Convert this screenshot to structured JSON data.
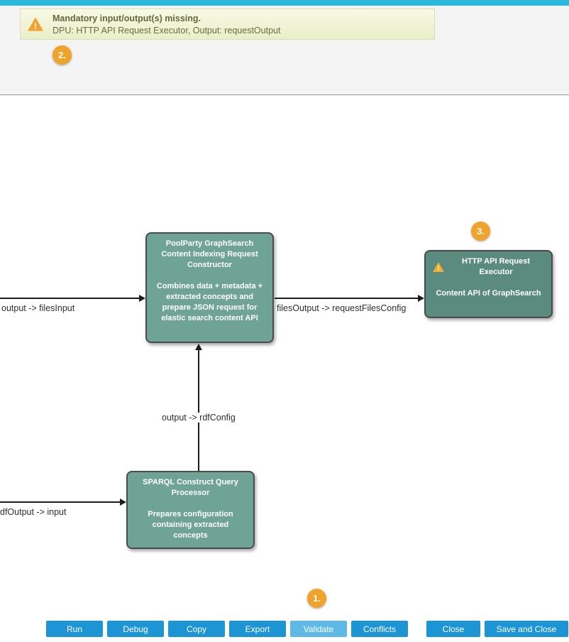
{
  "header": {
    "notification": {
      "title": "Mandatory input/output(s) missing.",
      "detail": "DPU: HTTP API Request Executor, Output: requestOutput"
    },
    "step2_badge": "2."
  },
  "canvas": {
    "step1_badge": "1.",
    "step3_badge": "3.",
    "nodes": {
      "indexing_constructor": {
        "title": "PoolParty GraphSearch Content Indexing Request Constructor",
        "description": "Combines data + metadata + extracted concepts and prepare JSON request for elastic search content API"
      },
      "http_executor": {
        "title": "HTTP API Request Executor",
        "description": "Content API of GraphSearch"
      },
      "sparql_processor": {
        "title": "SPARQL Construct Query Processor",
        "description": "Prepares configuration containing extracted concepts"
      }
    },
    "edge_labels": {
      "files_input": "output -> filesInput",
      "request_files_config": "filesOutput -> requestFilesConfig",
      "rdf_config": "output -> rdfConfig",
      "input": "dfOutput -> input"
    }
  },
  "toolbar": {
    "buttons": [
      {
        "label": "Run"
      },
      {
        "label": "Debug"
      },
      {
        "label": "Copy"
      },
      {
        "label": "Export"
      },
      {
        "label": "Validate"
      },
      {
        "label": "Conflicts"
      },
      {
        "label": "Close"
      },
      {
        "label": "Save and Close"
      }
    ]
  },
  "colors": {
    "top_bar": "#2bb9dc",
    "badge": "#f0a32b",
    "node_fill": "#6fa396",
    "node_fill_dark": "#5b8b7e",
    "button": "#1d94d3",
    "button_highlight": "#5fb9e6"
  }
}
